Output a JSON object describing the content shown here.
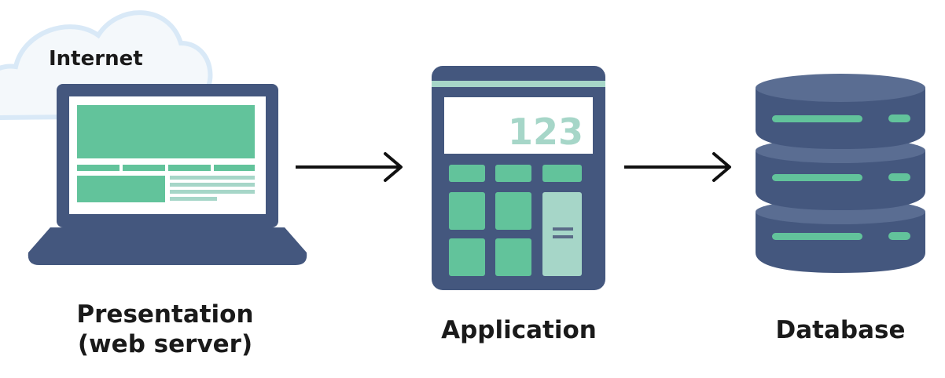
{
  "cloud_label": "Internet",
  "display_value": "123",
  "equals_symbol": "=",
  "tiers": [
    {
      "line1": "Presentation",
      "line2": "(web server)"
    },
    {
      "line1": "Application"
    },
    {
      "line1": "Database"
    }
  ],
  "colors": {
    "navy": "#44577e",
    "navy_dark": "#2f4164",
    "green": "#62c39b",
    "light_teal": "#a6d6c8",
    "cloud": "#f4f8fb",
    "cloud_outline": "#d9e9f7",
    "arrow": "#111111",
    "text": "#1a1a1a"
  }
}
